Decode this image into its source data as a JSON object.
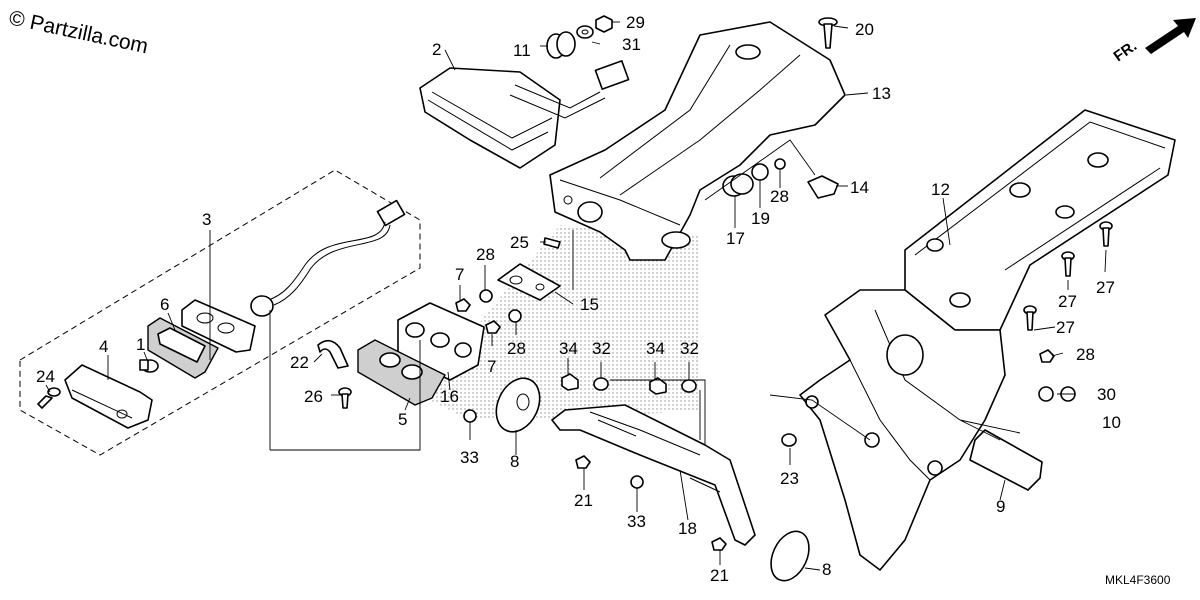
{
  "watermark": "© Partzilla.com",
  "diagram_code": "MKL4F3600",
  "direction_label": "FR.",
  "callouts": [
    {
      "id": "c1",
      "label": "1"
    },
    {
      "id": "c2",
      "label": "2"
    },
    {
      "id": "c3",
      "label": "3"
    },
    {
      "id": "c4",
      "label": "4"
    },
    {
      "id": "c5",
      "label": "5"
    },
    {
      "id": "c6",
      "label": "6"
    },
    {
      "id": "c7a",
      "label": "7"
    },
    {
      "id": "c7b",
      "label": "7"
    },
    {
      "id": "c8a",
      "label": "8"
    },
    {
      "id": "c8b",
      "label": "8"
    },
    {
      "id": "c9",
      "label": "9"
    },
    {
      "id": "c10",
      "label": "10"
    },
    {
      "id": "c11",
      "label": "11"
    },
    {
      "id": "c12",
      "label": "12"
    },
    {
      "id": "c13",
      "label": "13"
    },
    {
      "id": "c14",
      "label": "14"
    },
    {
      "id": "c15",
      "label": "15"
    },
    {
      "id": "c16",
      "label": "16"
    },
    {
      "id": "c17",
      "label": "17"
    },
    {
      "id": "c18",
      "label": "18"
    },
    {
      "id": "c19",
      "label": "19"
    },
    {
      "id": "c20",
      "label": "20"
    },
    {
      "id": "c21a",
      "label": "21"
    },
    {
      "id": "c21b",
      "label": "21"
    },
    {
      "id": "c22",
      "label": "22"
    },
    {
      "id": "c23",
      "label": "23"
    },
    {
      "id": "c24",
      "label": "24"
    },
    {
      "id": "c25",
      "label": "25"
    },
    {
      "id": "c26",
      "label": "26"
    },
    {
      "id": "c27a",
      "label": "27"
    },
    {
      "id": "c27b",
      "label": "27"
    },
    {
      "id": "c27c",
      "label": "27"
    },
    {
      "id": "c28a",
      "label": "28"
    },
    {
      "id": "c28b",
      "label": "28"
    },
    {
      "id": "c28c",
      "label": "28"
    },
    {
      "id": "c28d",
      "label": "28"
    },
    {
      "id": "c29",
      "label": "29"
    },
    {
      "id": "c30",
      "label": "30"
    },
    {
      "id": "c31",
      "label": "31"
    },
    {
      "id": "c32a",
      "label": "32"
    },
    {
      "id": "c32b",
      "label": "32"
    },
    {
      "id": "c33a",
      "label": "33"
    },
    {
      "id": "c33b",
      "label": "33"
    },
    {
      "id": "c34a",
      "label": "34"
    },
    {
      "id": "c34b",
      "label": "34"
    }
  ]
}
